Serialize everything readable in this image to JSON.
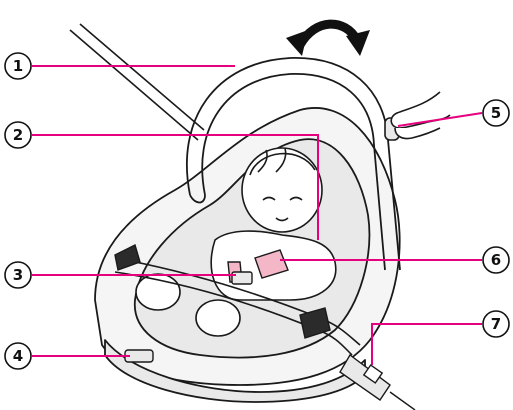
{
  "diagram": {
    "colors": {
      "leader": "#e6007e",
      "line": "#1a1a1a",
      "seat_fill": "#e9e9e9",
      "shell_fill": "#f5f5f5",
      "harness_pink": "#f3b7c8",
      "rotate_arrow": "#111111"
    },
    "callouts": [
      {
        "id": "carry-handle",
        "number": "1"
      },
      {
        "id": "shoulder-harness",
        "number": "2"
      },
      {
        "id": "harness-buckle",
        "number": "3"
      },
      {
        "id": "harness-adjuster",
        "number": "4"
      },
      {
        "id": "handle-release-button",
        "number": "5"
      },
      {
        "id": "shoulder-pad",
        "number": "6"
      },
      {
        "id": "vehicle-belt-buckle",
        "number": "7"
      }
    ],
    "icons": {
      "rotate": "rotate-arrow-icon"
    }
  }
}
